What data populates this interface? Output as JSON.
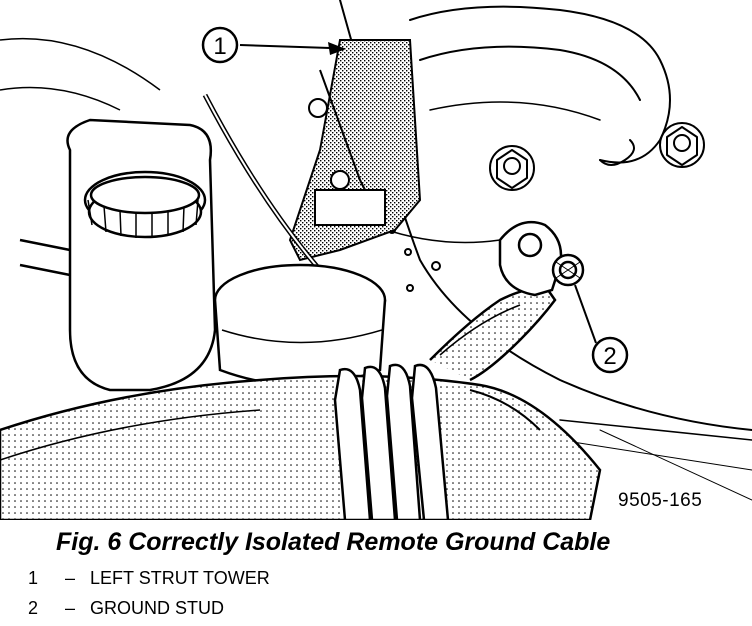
{
  "callouts": [
    {
      "number": "1"
    },
    {
      "number": "2"
    }
  ],
  "figure_id": "9505-165",
  "caption": "Fig. 6 Correctly Isolated Remote Ground Cable",
  "legend": [
    {
      "number": "1",
      "dash": "–",
      "label": "LEFT STRUT TOWER"
    },
    {
      "number": "2",
      "dash": "–",
      "label": "GROUND STUD"
    }
  ],
  "icons": [
    "strut-tower-icon",
    "ground-stud-icon",
    "ring-terminal-icon",
    "brake-reservoir-icon",
    "intake-hose-icon"
  ]
}
